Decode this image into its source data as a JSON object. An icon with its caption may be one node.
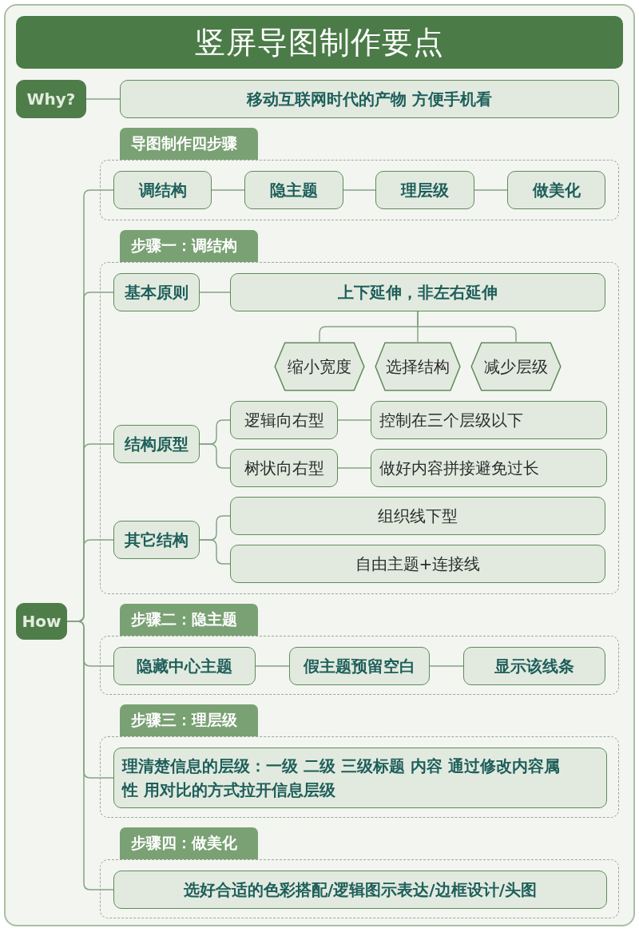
{
  "diagram": {
    "title": "竖屏导图制作要点",
    "nodes": [
      {
        "text": [
          "Why?"
        ]
      },
      {
        "text": [
          "移动互联网时代的产物 方便手机看"
        ]
      },
      {
        "text": [
          "How"
        ]
      },
      {
        "text": [
          "导图制作四步骤"
        ]
      },
      {
        "text": [
          "调结构"
        ],
        "in": 3
      },
      {
        "text": [
          "隐主题"
        ],
        "in": 3
      },
      {
        "text": [
          "理层级"
        ],
        "in": 3
      },
      {
        "text": [
          "做美化"
        ],
        "in": 3
      },
      {
        "text": [
          "步骤一：调结构"
        ]
      },
      {
        "text": [
          "基本原则"
        ],
        "in": 8
      },
      {
        "text": [
          "上下延伸，非左右延伸"
        ],
        "in": 8
      },
      {
        "text": [
          "缩小宽度"
        ],
        "in": 8
      },
      {
        "text": [
          "选择结构"
        ],
        "in": 8
      },
      {
        "text": [
          "减少层级"
        ],
        "in": 8
      },
      {
        "text": [
          "结构原型"
        ],
        "in": 8
      },
      {
        "text": [
          "逻辑向右型"
        ],
        "in": 8
      },
      {
        "text": [
          "控制在三个层级以下"
        ],
        "in": 8
      },
      {
        "text": [
          "树状向右型"
        ],
        "in": 8
      },
      {
        "text": [
          "做好内容拼接避免过长"
        ],
        "in": 8
      },
      {
        "text": [
          "其它结构"
        ],
        "in": 8
      },
      {
        "text": [
          "组织线下型"
        ],
        "in": 8
      },
      {
        "text": [
          "自由主题+连接线"
        ],
        "in": 8
      },
      {
        "text": [
          "步骤二：隐主题"
        ]
      },
      {
        "text": [
          "隐藏中心主题"
        ],
        "in": 22
      },
      {
        "text": [
          "假主题预留空白"
        ],
        "in": 22
      },
      {
        "text": [
          "显示该线条"
        ],
        "in": 22
      },
      {
        "text": [
          "步骤三：理层级"
        ]
      },
      {
        "text": [
          "理清楚信息的层级：一级 二级 三级标题 内容 通过修改内容属性 用对比的方式拉开信息层级"
        ],
        "in": 26
      },
      {
        "text": [
          "步骤四：做美化"
        ]
      },
      {
        "text": [
          "选好合适的色彩搭配/逻辑图示表达/边框设计/头图"
        ],
        "in": 28
      }
    ],
    "edges": [
      {
        "from": 0,
        "to": 1,
        "arrow": "none"
      },
      {
        "from": 2,
        "to": 4,
        "arrow": "none"
      },
      {
        "from": 4,
        "to": 5,
        "arrow": "none"
      },
      {
        "from": 5,
        "to": 6,
        "arrow": "none"
      },
      {
        "from": 6,
        "to": 7,
        "arrow": "none"
      },
      {
        "from": 2,
        "to": 9,
        "arrow": "none"
      },
      {
        "from": 9,
        "to": 10,
        "arrow": "none"
      },
      {
        "from": 10,
        "to": 11,
        "arrow": "none"
      },
      {
        "from": 10,
        "to": 12,
        "arrow": "none"
      },
      {
        "from": 10,
        "to": 13,
        "arrow": "none"
      },
      {
        "from": 2,
        "to": 14,
        "arrow": "none"
      },
      {
        "from": 14,
        "to": 15,
        "arrow": "none"
      },
      {
        "from": 14,
        "to": 17,
        "arrow": "none"
      },
      {
        "from": 15,
        "to": 16,
        "arrow": "none"
      },
      {
        "from": 17,
        "to": 18,
        "arrow": "none"
      },
      {
        "from": 2,
        "to": 19,
        "arrow": "none"
      },
      {
        "from": 19,
        "to": 20,
        "arrow": "none"
      },
      {
        "from": 19,
        "to": 21,
        "arrow": "none"
      },
      {
        "from": 2,
        "to": 23,
        "arrow": "none"
      },
      {
        "from": 23,
        "to": 24,
        "arrow": "none"
      },
      {
        "from": 24,
        "to": 25,
        "arrow": "none"
      },
      {
        "from": 2,
        "to": 27,
        "arrow": "none"
      },
      {
        "from": 2,
        "to": 29,
        "arrow": "none"
      }
    ]
  }
}
